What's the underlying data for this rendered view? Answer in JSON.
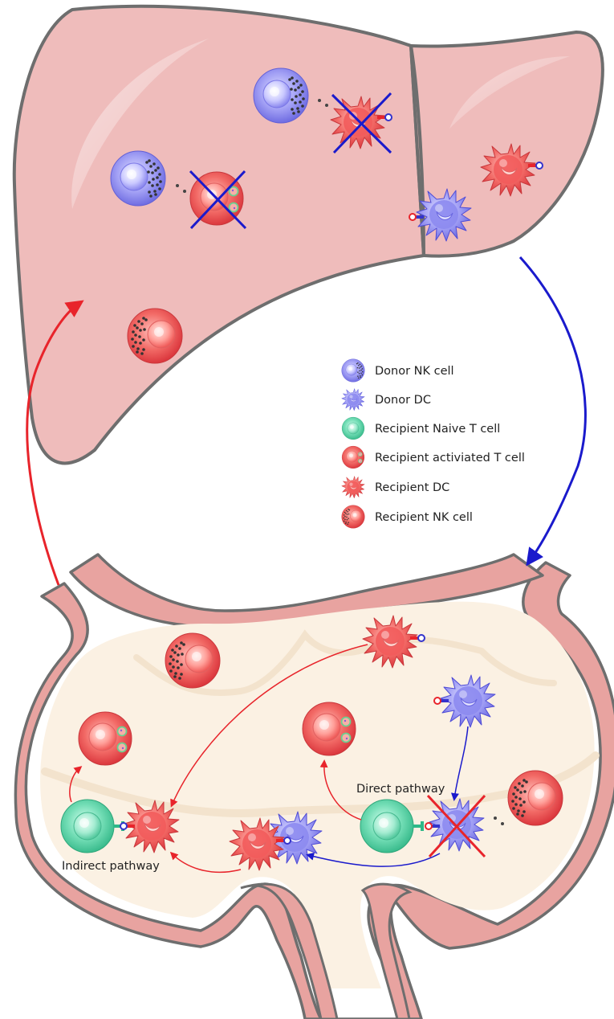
{
  "legend": {
    "items": [
      {
        "key": "donor_nk",
        "label": "Donor NK cell"
      },
      {
        "key": "donor_dc",
        "label": "Donor DC"
      },
      {
        "key": "recipient_naive_t",
        "label": "Recipient Naive T cell"
      },
      {
        "key": "recipient_activated_t",
        "label": "Recipient activiated T cell"
      },
      {
        "key": "recipient_dc",
        "label": "Recipient DC"
      },
      {
        "key": "recipient_nk",
        "label": "Recipient NK cell"
      }
    ]
  },
  "labels": {
    "direct_pathway": "Direct pathway",
    "indirect_pathway": "Indirect pathway"
  },
  "colors": {
    "liver_fill": "#efbcbb",
    "node_fill": "#fbf1e3",
    "node_capsule": "#e8a3a0",
    "outline": "#6e6e6e",
    "red": "#e8242b",
    "blue": "#1a1acc",
    "donor_blue": "#8f8cf0",
    "recipient_red": "#f05a5a",
    "naive_green": "#5ed3a8"
  }
}
